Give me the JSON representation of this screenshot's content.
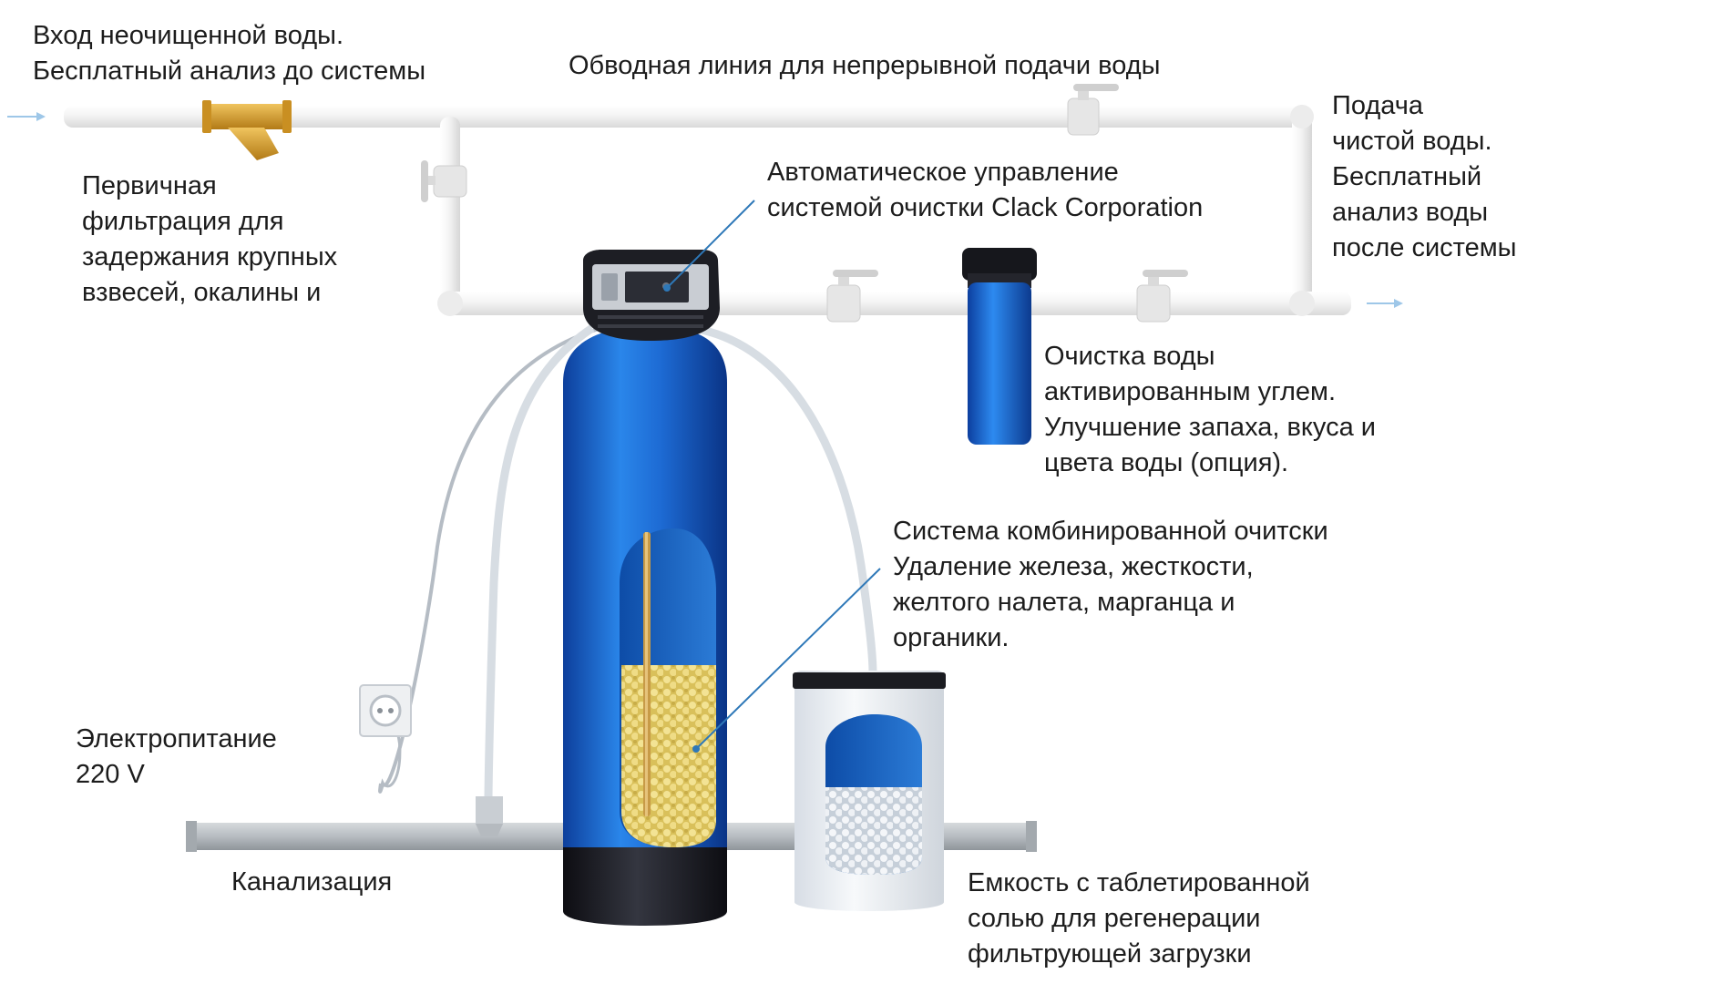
{
  "labels": {
    "raw_inlet": [
      "Вход неочищенной воды.",
      "Бесплатный анализ до системы"
    ],
    "bypass": "Обводная линия для непрерывной подачи воды",
    "clean_output": [
      "Подача",
      "чистой воды.",
      "Бесплатный",
      "анализ воды",
      "после системы"
    ],
    "primary_filtration": [
      "Первичная",
      "фильтрация для",
      "задержания крупных",
      "взвесей, окалины и"
    ],
    "auto_control": [
      "Автоматическое управление",
      "системой очистки Clack Corporation"
    ],
    "carbon_filter": [
      "Очистка воды",
      "активированным углем.",
      "Улучшение запаха, вкуса и",
      "цвета воды (опция)."
    ],
    "combined_system": [
      "Система комбинированной очитски",
      "Удаление железа, жесткости,",
      "желтого налета, марганца и",
      "органики."
    ],
    "power": [
      "Электропитание",
      "220 V"
    ],
    "sewer": "Канализация",
    "brine_tank": [
      "Емкость с таблетированной",
      "солью для регенерации",
      "фильтрующей загрузки"
    ]
  },
  "colors": {
    "pipe": "#eeeeee",
    "tank_blue": "#1f6fd6",
    "tank_base": "#1c1d24",
    "media_yellow": "#e9d67a",
    "strainer_brass": "#d9a232",
    "drain_pipe": "#b9bec3"
  }
}
